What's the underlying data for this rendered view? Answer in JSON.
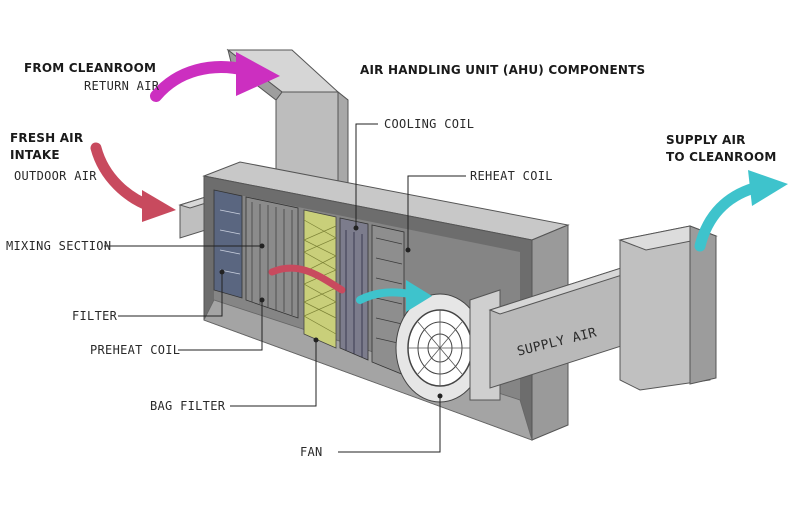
{
  "title": "AIR HANDLING UNIT (AHU) COMPONENTS",
  "return_air": {
    "heading": "FROM CLEANROOM",
    "sub": "RETURN AIR"
  },
  "fresh_air": {
    "heading_line1": "FRESH AIR",
    "heading_line2": "INTAKE",
    "sub": "OUTDOOR AIR"
  },
  "supply_air": {
    "heading_line1": "SUPPLY AIR",
    "heading_line2": "TO CLEANROOM",
    "duct_label": "SUPPLY AIR"
  },
  "components": {
    "cooling_coil": "COOLING COIL",
    "reheat_coil": "REHEAT COIL",
    "mixing_section": "MIXING SECTION",
    "filter": "FILTER",
    "preheat_coil": "PREHEAT COIL",
    "bag_filter": "BAG FILTER",
    "fan": "FAN"
  },
  "colors": {
    "return_arrow": "#cc2fc0",
    "fresh_arrow": "#c84a5e",
    "supply_arrow": "#3ec3cc",
    "casing": "#bcbcbc",
    "bag_filter": "#c9cf7a"
  }
}
